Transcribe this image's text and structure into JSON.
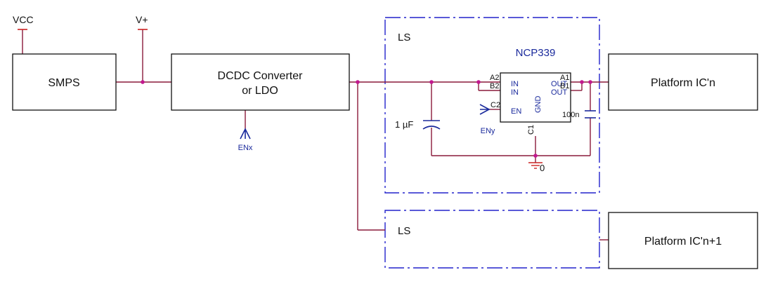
{
  "power": {
    "vcc": "VCC",
    "vplus": "V+"
  },
  "blocks": {
    "smps": "SMPS",
    "dcdc_line1": "DCDC Converter",
    "dcdc_line2": "or LDO",
    "platform_n": "Platform IC'n",
    "platform_n1": "Platform IC'n+1"
  },
  "enables": {
    "enx": "ENx",
    "eny": "ENy"
  },
  "load_switch": {
    "label_top": "LS",
    "label_bottom": "LS",
    "chip_name": "NCP339",
    "pins": {
      "a2": "A2",
      "b2": "B2",
      "in1": "IN",
      "in2": "IN",
      "c2": "C2",
      "en": "EN",
      "out1": "OUT",
      "out2": "OUT",
      "a1": "A1",
      "b1": "B1",
      "gnd": "GND",
      "c1": "C1"
    }
  },
  "components": {
    "cap_in": "1 µF",
    "cap_out": "100n",
    "ground": "0"
  },
  "colors": {
    "wire": "#8a1a3a",
    "node": "#c2188f",
    "dashed_box": "#2222cc",
    "chip_text": "#1a2a9c",
    "power_mark": "#cc2222"
  }
}
